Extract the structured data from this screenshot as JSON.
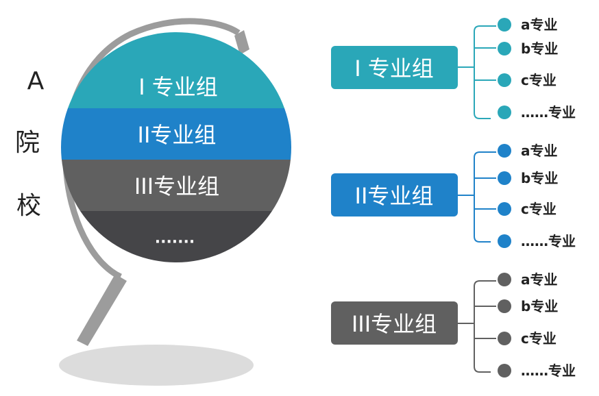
{
  "colors": {
    "group1": "#2aa7b8",
    "group2": "#1f82c9",
    "group3": "#606060",
    "group4": "#454548",
    "stand": "#9c9c9c",
    "base": "#dcdcdc",
    "text": "#222222",
    "white": "#ffffff"
  },
  "side_label": {
    "line1": "A",
    "line2": "院",
    "line3": "校"
  },
  "globe": {
    "band1": "I 专业组",
    "band2": "II专业组",
    "band3": "III专业组",
    "band4": "·······"
  },
  "groups": [
    {
      "label": "I 专业组",
      "items": [
        "a专业",
        "b专业",
        "c专业",
        "……专业"
      ]
    },
    {
      "label": "II专业组",
      "items": [
        "a专业",
        "b专业",
        "c专业",
        "……专业"
      ]
    },
    {
      "label": "III专业组",
      "items": [
        "a专业",
        "b专业",
        "c专业",
        "……专业"
      ]
    }
  ]
}
